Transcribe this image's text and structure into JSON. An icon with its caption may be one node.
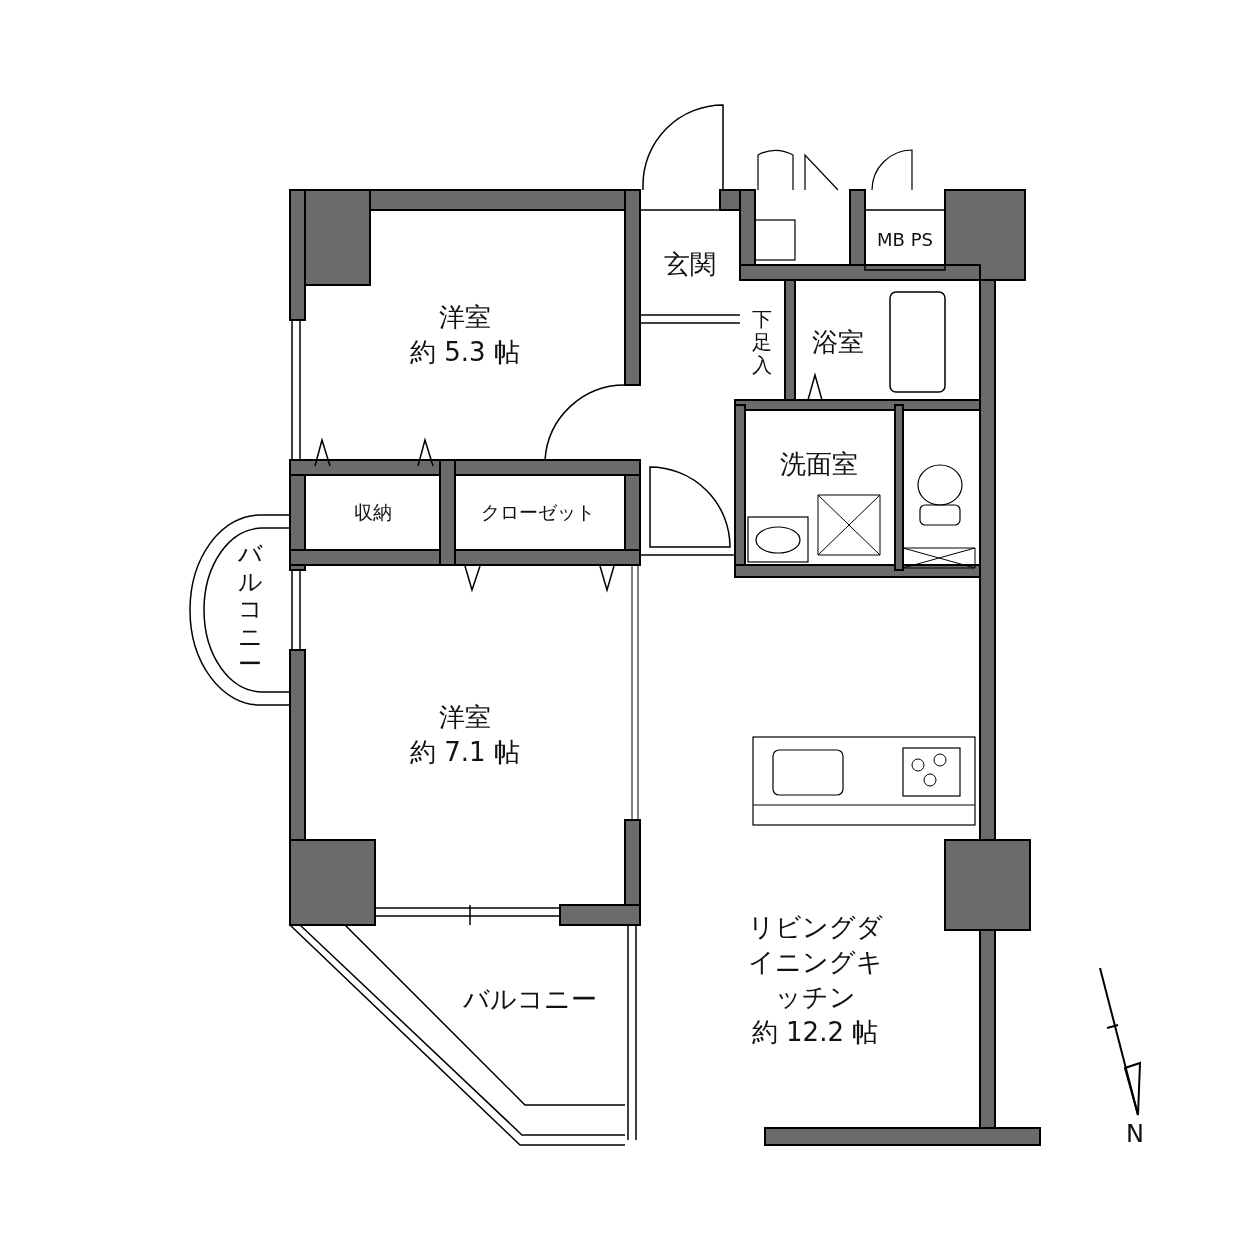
{
  "diagram": {
    "nodes": [
      {
        "text": [
          "洋室",
          "約 5.3 帖"
        ]
      },
      {
        "text": [
          "玄関"
        ]
      },
      {
        "text": [
          "下足入"
        ]
      },
      {
        "text": [
          "浴室"
        ]
      },
      {
        "text": [
          "MB PS"
        ]
      },
      {
        "text": [
          "洗面室"
        ]
      },
      {
        "text": [
          "収納"
        ]
      },
      {
        "text": [
          "クローゼット"
        ]
      },
      {
        "text": [
          "バルコニー"
        ]
      },
      {
        "text": [
          "洋室",
          "約 7.1 帖"
        ]
      },
      {
        "text": [
          "バルコニー"
        ]
      },
      {
        "text": [
          "リビングダイニングキッチン",
          "約 12.2 帖"
        ]
      }
    ],
    "labels": [
      "N"
    ]
  }
}
